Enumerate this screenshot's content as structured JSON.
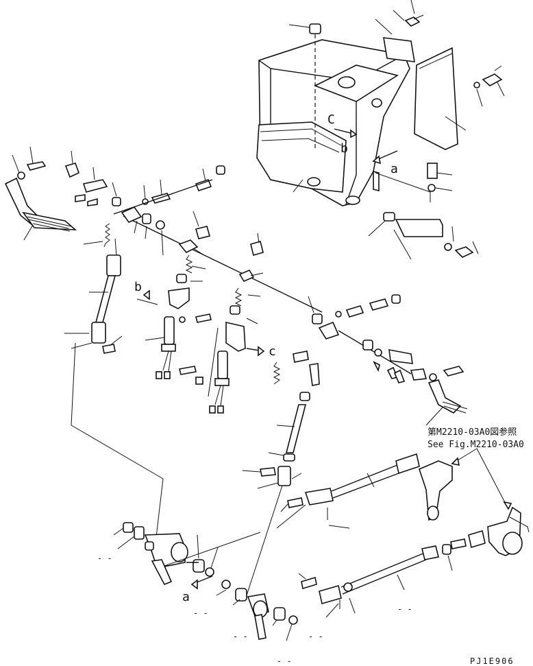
{
  "drawing_code": "PJ1E906",
  "reference": {
    "jp": "第M2210-03A0図参照",
    "en": "See Fig.M2210-03A0"
  },
  "view_labels": {
    "a": "a",
    "b": "b",
    "c": "c",
    "C_upper": "C"
  },
  "hidden_callouts": [
    "- -",
    "- -",
    "- -",
    "- -",
    "- -",
    "- -"
  ]
}
